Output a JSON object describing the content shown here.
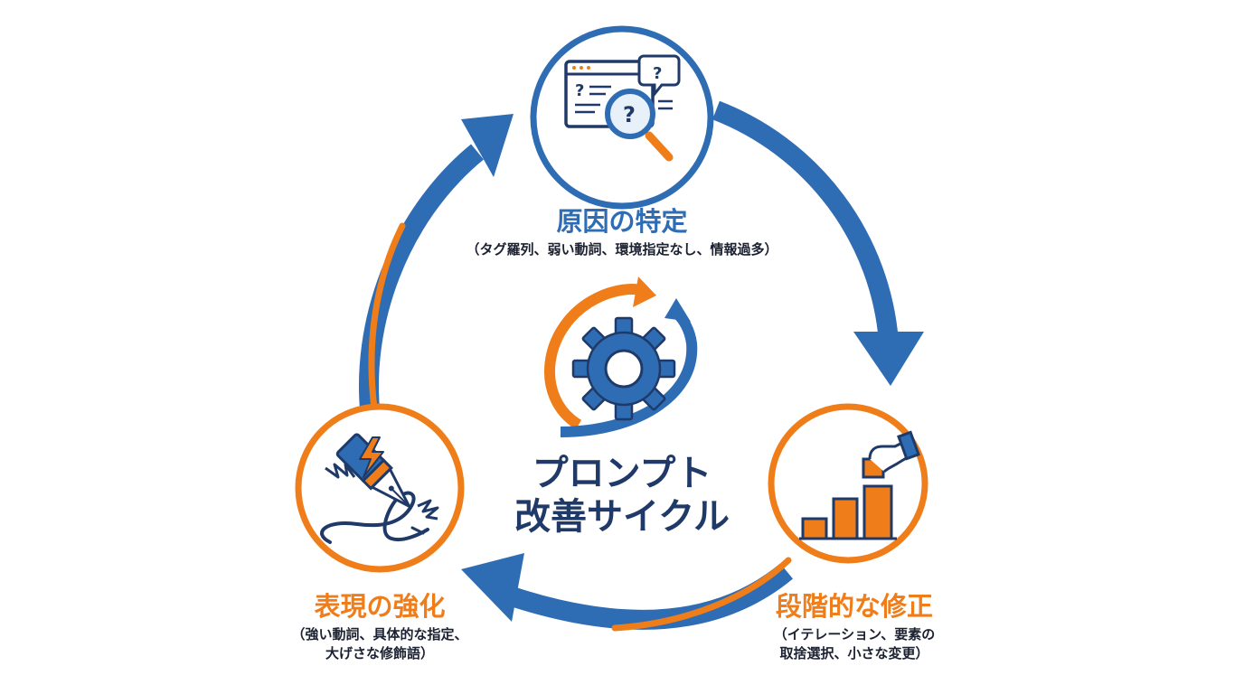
{
  "center": {
    "title_line1": "プロンプト",
    "title_line2": "改善サイクル"
  },
  "steps": [
    {
      "title": "原因の特定",
      "detail_lines": [
        "（タグ羅列、弱い動詞、環境指定なし、情報過多）"
      ],
      "icon": "magnifier-question-document-icon"
    },
    {
      "title": "段階的な修正",
      "detail_lines": [
        "（イテレーション、要素の",
        "取捨選択、小さな変更）"
      ],
      "icon": "bar-chart-hand-block-icon"
    },
    {
      "title": "表現の強化",
      "detail_lines": [
        "（強い動詞、具体的な指定、",
        "大げさな修飾語）"
      ],
      "icon": "fountain-pen-lightning-icon"
    }
  ],
  "colors": {
    "blue": "#2e6db4",
    "navy": "#1f3a68",
    "orange": "#ef7d1a"
  }
}
